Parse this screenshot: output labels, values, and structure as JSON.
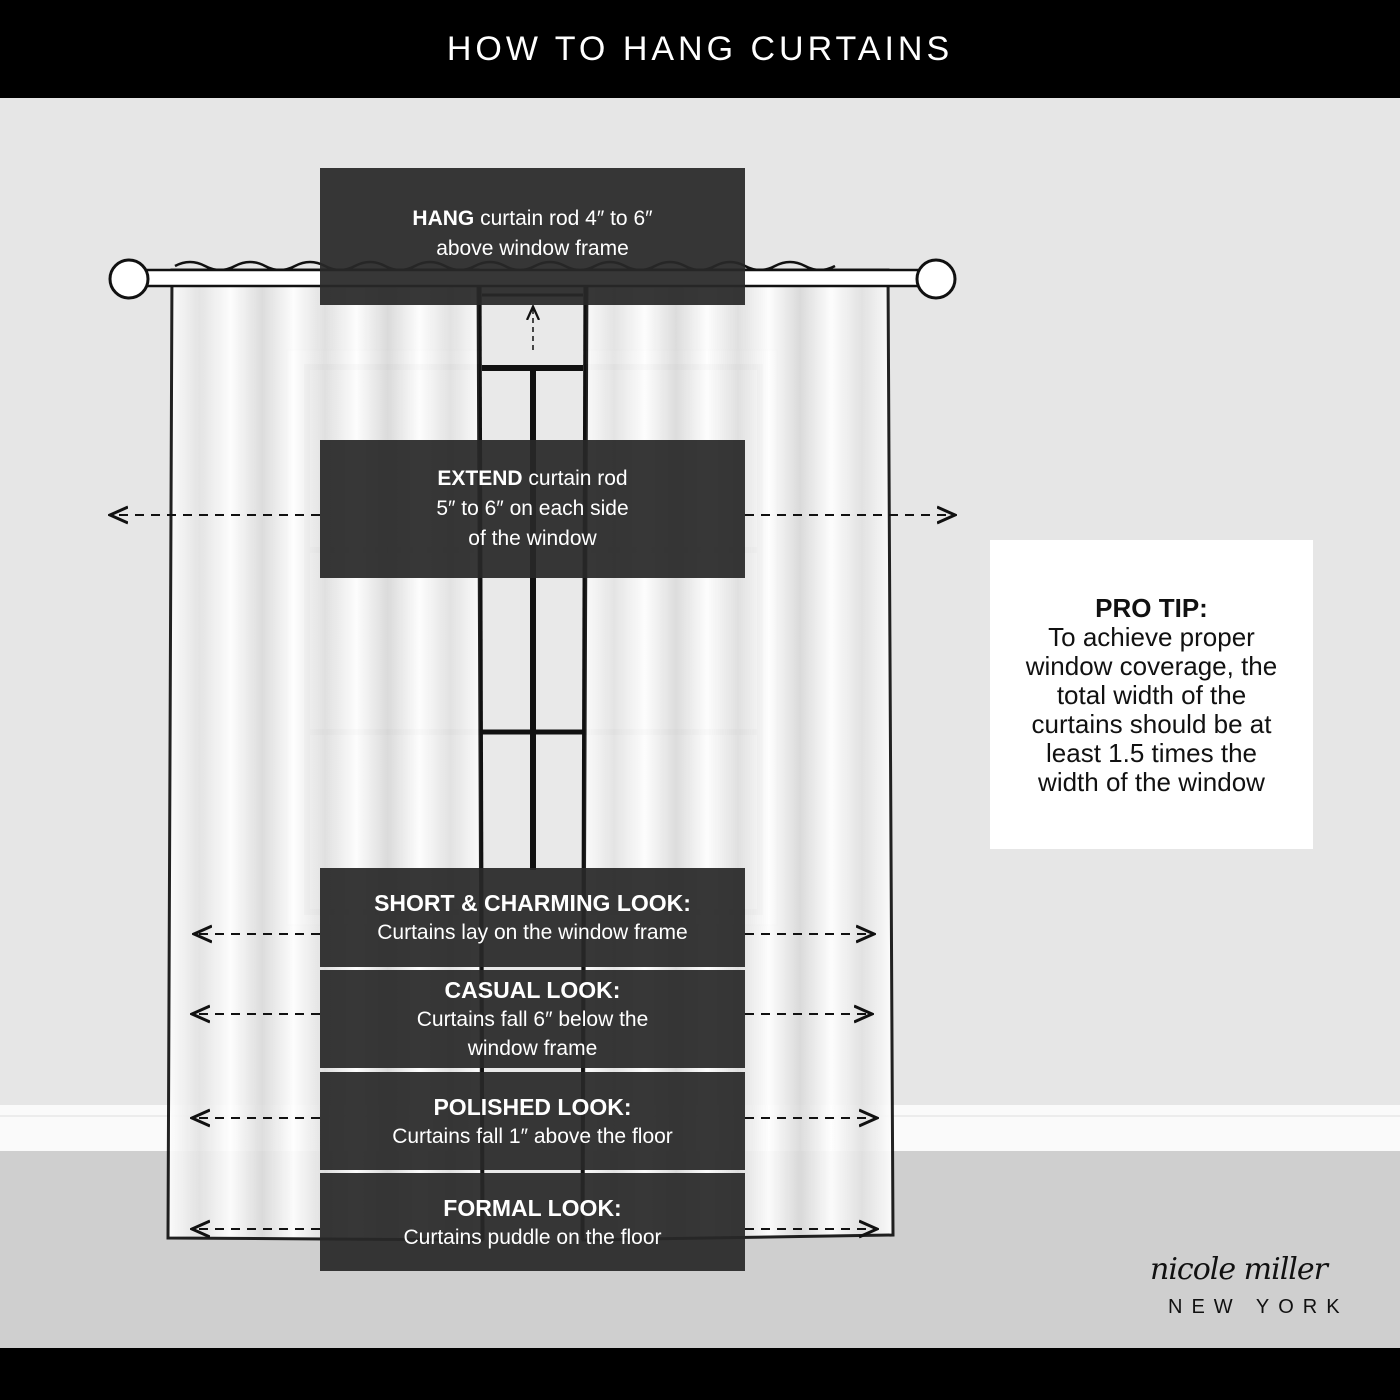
{
  "title": "HOW TO HANG CURTAINS",
  "steps": {
    "hang": {
      "bold": "HANG",
      "text1": " curtain rod 4″ to 6″",
      "text2": "above window frame"
    },
    "extend": {
      "bold": "EXTEND",
      "text1": " curtain rod",
      "text2": "5″ to 6″ on each side",
      "text3": "of the window"
    }
  },
  "looks": [
    {
      "title": "SHORT & CHARMING LOOK:",
      "desc": "Curtains lay on the window frame"
    },
    {
      "title": "CASUAL LOOK:",
      "desc": "Curtains fall 6″ below the window frame"
    },
    {
      "title": "POLISHED LOOK:",
      "desc": "Curtains fall 1″ above the floor"
    },
    {
      "title": "FORMAL LOOK:",
      "desc": "Curtains puddle on the floor"
    }
  ],
  "pro_tip": {
    "heading": "PRO TIP:",
    "body": "To achieve proper window coverage, the total width of the curtains should be at least 1.5 times the width of the window"
  },
  "logo": {
    "signature": "nicole miller",
    "subtitle": "NEW YORK"
  },
  "colors": {
    "bar": "#000000",
    "wall": "#e6e6e6",
    "floor": "#cfcfcf",
    "label_box": "#282828"
  }
}
